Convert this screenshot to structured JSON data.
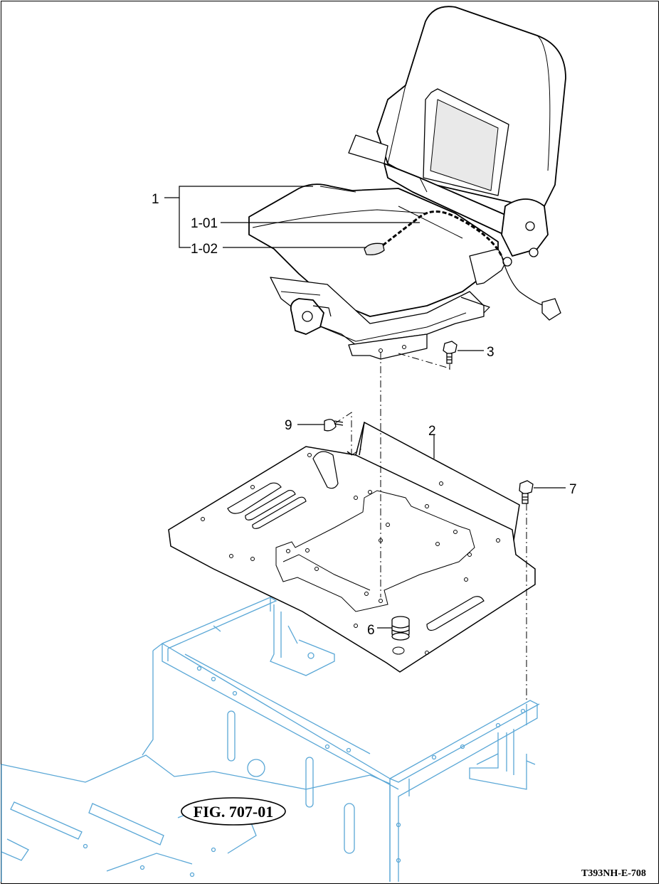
{
  "callouts": {
    "c1": "1",
    "c1_01": "1-01",
    "c1_02": "1-02",
    "c2": "2",
    "c3": "3",
    "c6": "6",
    "c7": "7",
    "c9": "9"
  },
  "figure_label": "FIG. 707-01",
  "drawing_code": "T393NH-E-708",
  "colors": {
    "line": "#000000",
    "frame_blue": "#5aa7d6",
    "seat_shade": "#e9e9e9"
  }
}
